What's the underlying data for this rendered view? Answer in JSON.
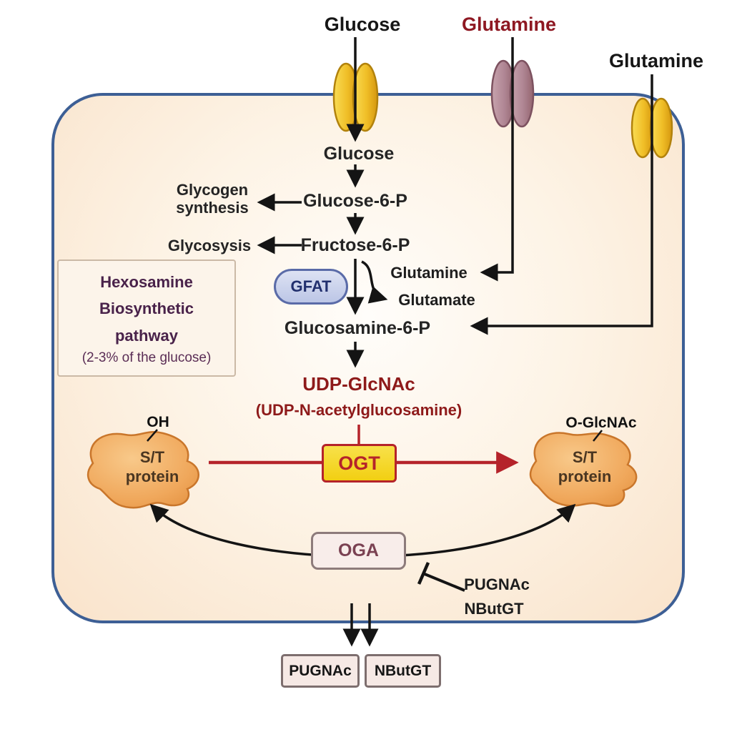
{
  "palette": {
    "cell_border": "#3d5f95",
    "cell_fill": "#fdf3e5",
    "arrow_black": "#141414",
    "arrow_red": "#b5232a",
    "dark_red_text": "#8e1a1a",
    "glutamine_top_red": "#8e1822",
    "purple_text": "#49224a",
    "ogt_fill": "#f2cf12",
    "oga_fill": "#f8edea",
    "protein_fill": "#ee9c4d",
    "transporter_gold": "#eebc2a",
    "transporter_mauve": "#b48e9a",
    "gfat_fill": "#bcc6e6"
  },
  "extracellular": {
    "glucose": "Glucose",
    "glutamine_center": "Glutamine",
    "glutamine_right": "Glutamine"
  },
  "glycolysis_branch": {
    "glucose": "Glucose",
    "glucose_6_p": "Glucose-6-P",
    "fructose_6_p": "Fructose-6-P",
    "glycogen_synthesis": "Glycogen synthesis",
    "glycolysis": "Glycosysis"
  },
  "hbp": {
    "title_line1": "Hexosamine",
    "title_line2": "Biosynthetic",
    "title_line3": "pathway",
    "subtitle": "(2-3% of the glucose)",
    "gfat": "GFAT",
    "glutamine": "Glutamine",
    "glutamate": "Glutamate",
    "glucosamine_6_p": "Glucosamine-6-P",
    "udp_glcnac": "UDP-GlcNAc",
    "udp_glcnac_full": "(UDP-N-acetylglucosamine)"
  },
  "cycling": {
    "ogt": "OGT",
    "oga": "OGA",
    "left_protein_line1": "S/T",
    "left_protein_line2": "protein",
    "left_protein_mod": "OH",
    "right_protein_line1": "S/T",
    "right_protein_line2": "protein",
    "right_protein_mod": "O-GlcNAc"
  },
  "inhibitors": {
    "pugnac_label": "PUGNAc",
    "nbutgt_label": "NButGT",
    "pugnac_box": "PUGNAc",
    "nbutgt_box": "NButGT"
  }
}
